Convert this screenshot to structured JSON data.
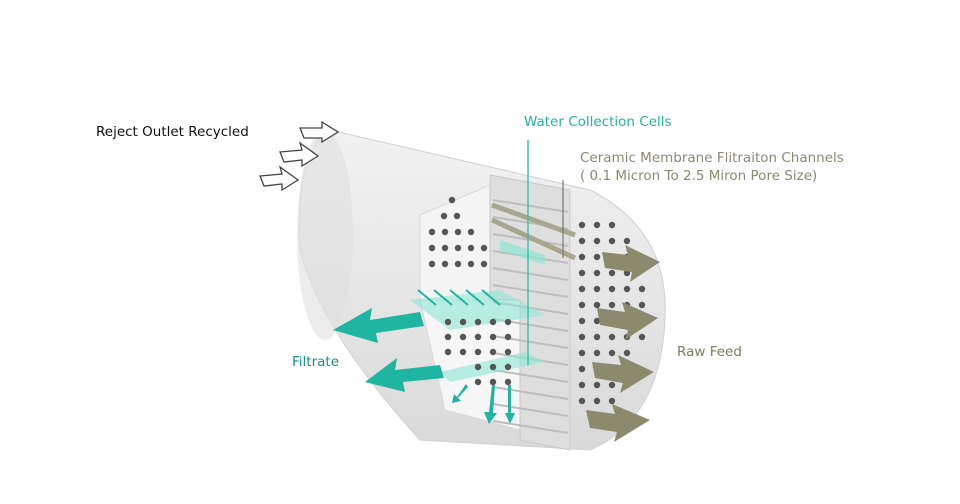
{
  "labels": {
    "reject_outlet": "Reject Outlet Recycled",
    "water_collection": "Water Collection Cells",
    "membrane_line1": "Ceramic Membrane Flitraiton Channels",
    "membrane_line2": "( 0.1 Micron To 2.5 Miron Pore Size)",
    "filtrate": "Filtrate",
    "raw_feed": "Raw Feed"
  },
  "colors": {
    "filtrate": "#1fb5a0",
    "feed": "#8c8a6c",
    "body": "#e9e9e9"
  }
}
